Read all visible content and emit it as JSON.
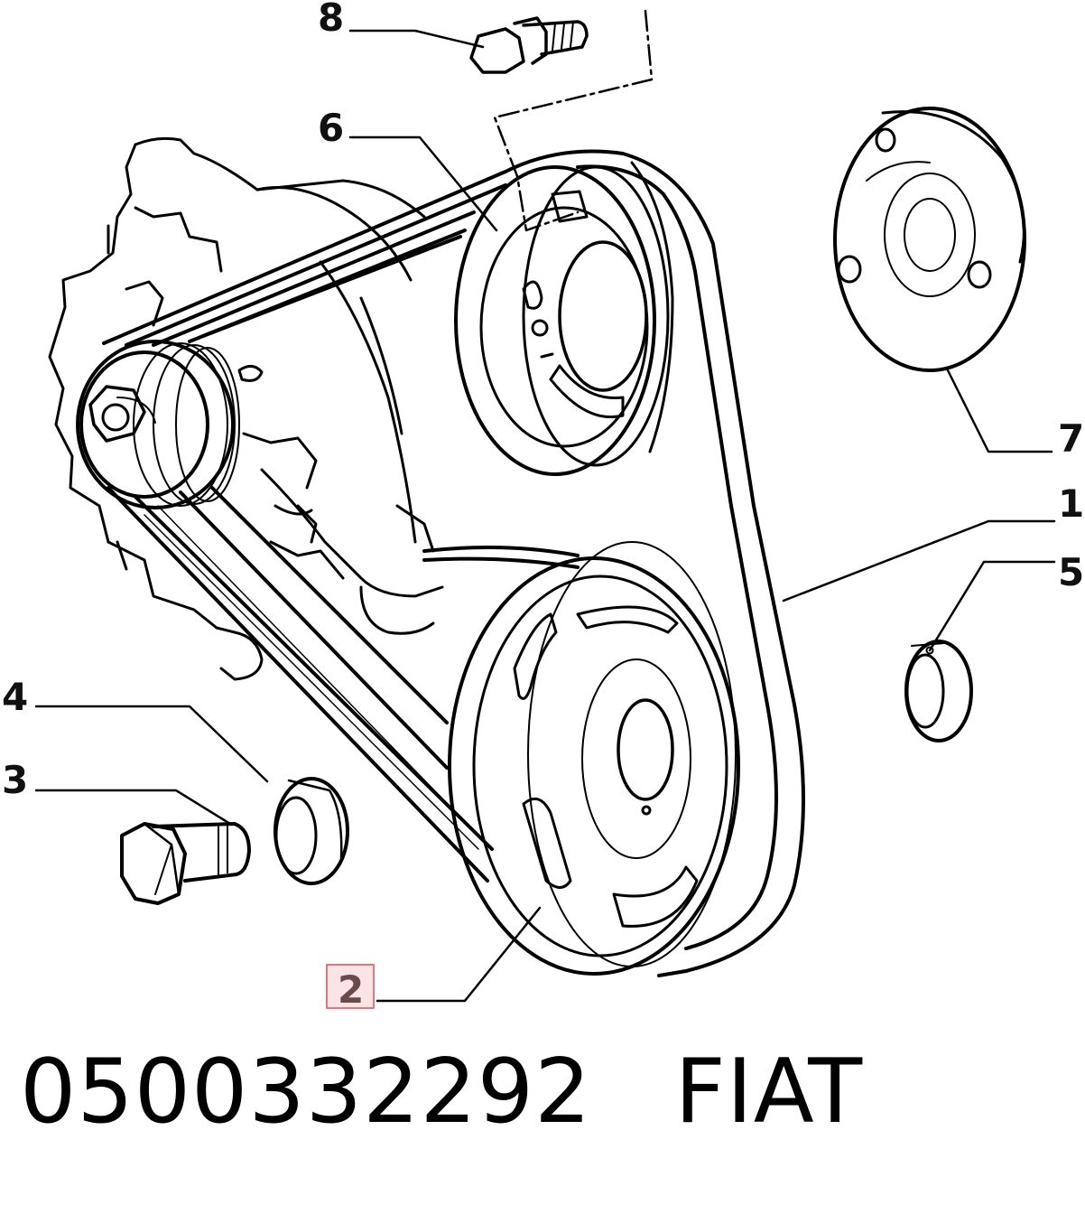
{
  "diagram": {
    "callouts": [
      {
        "id": "8",
        "label": "8"
      },
      {
        "id": "6",
        "label": "6"
      },
      {
        "id": "7",
        "label": "7"
      },
      {
        "id": "1",
        "label": "1"
      },
      {
        "id": "5",
        "label": "5"
      },
      {
        "id": "4",
        "label": "4"
      },
      {
        "id": "3",
        "label": "3"
      },
      {
        "id": "2",
        "label": "2",
        "highlighted": true
      }
    ],
    "highlight_color": "#e0787a"
  },
  "caption": {
    "part_number": "0500332292",
    "brand": "FIAT"
  }
}
